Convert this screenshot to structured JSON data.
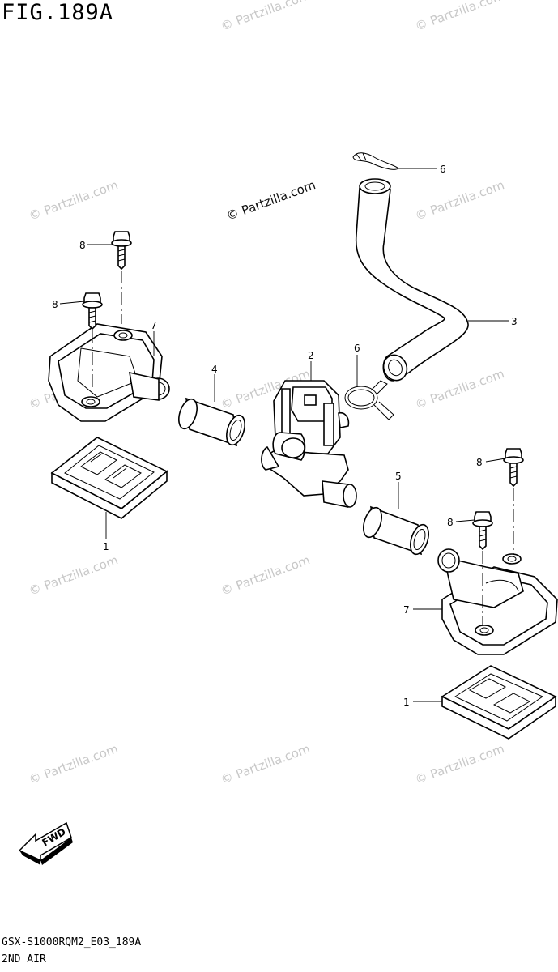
{
  "figure": {
    "title": "FIG.189A",
    "code": "GSX-S1000RQM2_E03_189A",
    "name": "2ND AIR"
  },
  "watermark": {
    "text": "© Partzilla.com"
  },
  "callouts": {
    "p1_left": "1",
    "p1_right": "1",
    "p2": "2",
    "p3": "3",
    "p4": "4",
    "p5": "5",
    "p6_top": "6",
    "p6_mid": "6",
    "p7_left": "7",
    "p7_right": "7",
    "p8_a": "8",
    "p8_b": "8",
    "p8_c": "8",
    "p8_d": "8"
  },
  "fwd_arrow": {
    "label": "FWD"
  }
}
